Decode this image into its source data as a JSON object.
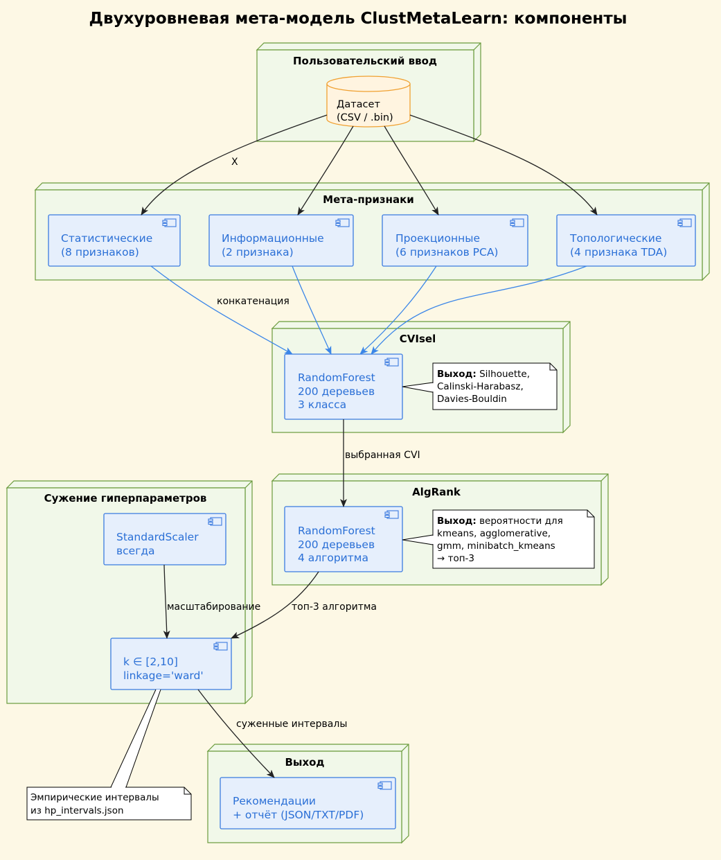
{
  "title": "Двухуровневая мета-модель ClustMetaLearn: компоненты",
  "nodes": {
    "input": "Пользовательский ввод",
    "meta": "Мета-признаки",
    "cvisel": "CVIsel",
    "algrank": "AlgRank",
    "hp": "Сужение гиперпараметров",
    "output": "Выход"
  },
  "dataset": {
    "line1": "Датасет",
    "line2": "(CSV / .bin)"
  },
  "components": {
    "stat": [
      "Статистические",
      "(8 признаков)"
    ],
    "info": [
      "Информационные",
      "(2 признака)"
    ],
    "proj": [
      "Проекционные",
      "(6 признаков PCA)"
    ],
    "topo": [
      "Топологические",
      "(4 признака TDA)"
    ],
    "cvisel_rf": [
      "RandomForest",
      "200 деревьев",
      "3 класса"
    ],
    "algrank_rf": [
      "RandomForest",
      "200 деревьев",
      "4 алгоритма"
    ],
    "scaler": [
      "StandardScaler",
      "всегда"
    ],
    "params": [
      "k ∈ [2,10]",
      "linkage='ward'"
    ],
    "rec": [
      "Рекомендации",
      "+ отчёт (JSON/TXT/PDF)"
    ]
  },
  "notes": {
    "cvisel": {
      "bold": "Выход:",
      "lines": [
        " Silhouette,",
        "Calinski-Harabasz,",
        "Davies-Bouldin"
      ]
    },
    "algrank": {
      "bold": "Выход:",
      "lines": [
        " вероятности для",
        "kmeans, agglomerative,",
        "gmm, minibatch_kmeans",
        "→ топ-3"
      ]
    },
    "hp": {
      "lines": [
        "Эмпирические интервалы",
        "из hp_intervals.json"
      ]
    }
  },
  "edge_labels": {
    "x": "X",
    "concat": "конкатенация",
    "cvi": "выбранная CVI",
    "scaling": "масштабирование",
    "top3": "топ-3 алгоритма",
    "narrowed": "суженные интервалы"
  },
  "colors": {
    "background": "#fdf8e5",
    "node_fill": "#f1f8e9",
    "node_border": "#6a9a3c",
    "component_fill": "#e6effc",
    "component_border": "#3b7be0",
    "component_text": "#2a6fd6",
    "database_fill": "#fff4e0",
    "database_border": "#f0a030",
    "arrow_blue": "#3b86e8"
  }
}
